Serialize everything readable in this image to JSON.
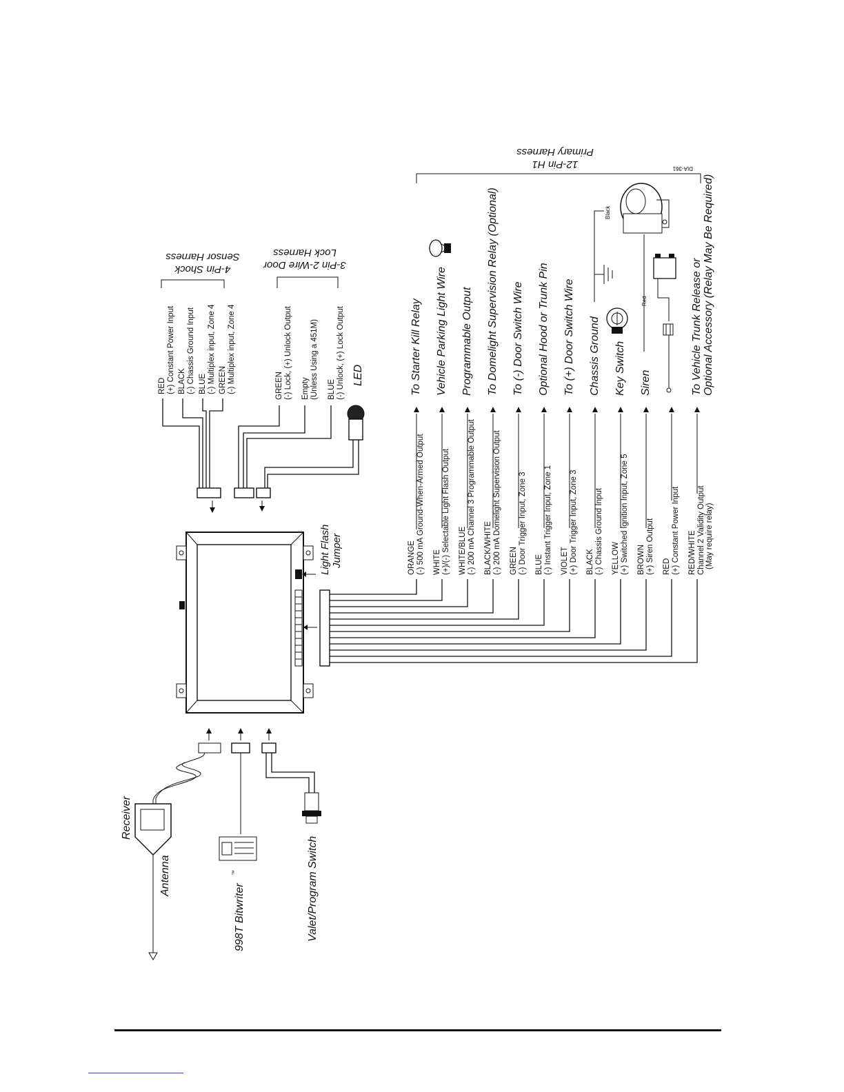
{
  "diagram": {
    "code": "DIA-361",
    "harnesses": {
      "primary": {
        "line1": "12-Pin H1",
        "line2": "Primary Harness"
      },
      "shock": {
        "line1": "4-Pin Shock",
        "line2": "Sensor Harness"
      },
      "door_lock": {
        "line1": "3-Pin 2-Wire Door",
        "line2": "Lock Harness"
      }
    },
    "shock_wires": [
      {
        "color": "RED",
        "desc": "(+) Constant Power Input"
      },
      {
        "color": "BLACK",
        "desc": "(-) Chassis Ground Input"
      },
      {
        "color": "BLUE",
        "desc": "(-) Multiplex input, Zone 4"
      },
      {
        "color": "GREEN",
        "desc": "(-) Multiplex input, Zone 4"
      }
    ],
    "lock_wires": [
      {
        "color": "GREEN",
        "desc": "(-) Lock, (+) Unlock Output"
      },
      {
        "color": "Empty",
        "desc": "(Unless Using a 451M)"
      },
      {
        "color": "BLUE",
        "desc": "(-) Unlock, (+) Lock Output"
      }
    ],
    "led_label": "LED",
    "jumper_label": {
      "line1": "Light Flash",
      "line2": "Jumper"
    },
    "primary_wires": [
      {
        "color": "ORANGE",
        "desc": "(-) 500 mA Ground-When-Armed Output",
        "dest": "To Starter Kill Relay"
      },
      {
        "color": "WHITE",
        "desc": "(+)/(-) Selectable Light Flash Output",
        "dest": "Vehicle Parking Light Wire"
      },
      {
        "color": "WHITE/BLUE",
        "desc": "(-) 200 mA Channel 3 Programmable Output",
        "dest": "Programmable Output"
      },
      {
        "color": "BLACK/WHITE",
        "desc": "(-) 200 mA Domelight Supervision Output",
        "dest": "To Domelight Supervision Relay (Optional)"
      },
      {
        "color": "GREEN",
        "desc": "(-) Door Trigger Input, Zone 3",
        "dest": "To (-) Door Switch Wire"
      },
      {
        "color": "BLUE",
        "desc": "(-) Instant Trigger Input, Zone 1",
        "dest": "Optional Hood or Trunk Pin"
      },
      {
        "color": "VIOLET",
        "desc": "(+) Door Trigger Input, Zone 3",
        "dest": "To (+) Door Switch Wire"
      },
      {
        "color": "BLACK",
        "desc": "(-) Chassis Ground Input",
        "dest": "Chassis Ground"
      },
      {
        "color": "YELLOW",
        "desc": "(+) Switched Ignition Input, Zone 5",
        "dest": "Key Switch"
      },
      {
        "color": "BROWN",
        "desc": "(+) Siren Output",
        "dest": "Siren"
      },
      {
        "color": "RED",
        "desc": "(+) Constant Power Input",
        "dest": ""
      },
      {
        "color": "RED/WHITE",
        "desc": "Channel 2 Validity Output",
        "desc2": "(May require relay)",
        "dest": "To Vehicle Trunk Release or",
        "dest2": "Optional Accessory (Relay May Be Required)"
      }
    ],
    "siren_wires": {
      "black": "Black",
      "red": "Red"
    },
    "left_components": {
      "receiver": "Receiver",
      "antenna": "Antenna",
      "bitwriter": "998T  Bitwriter",
      "tm": "™",
      "valet": "Valet/Program Switch"
    }
  }
}
